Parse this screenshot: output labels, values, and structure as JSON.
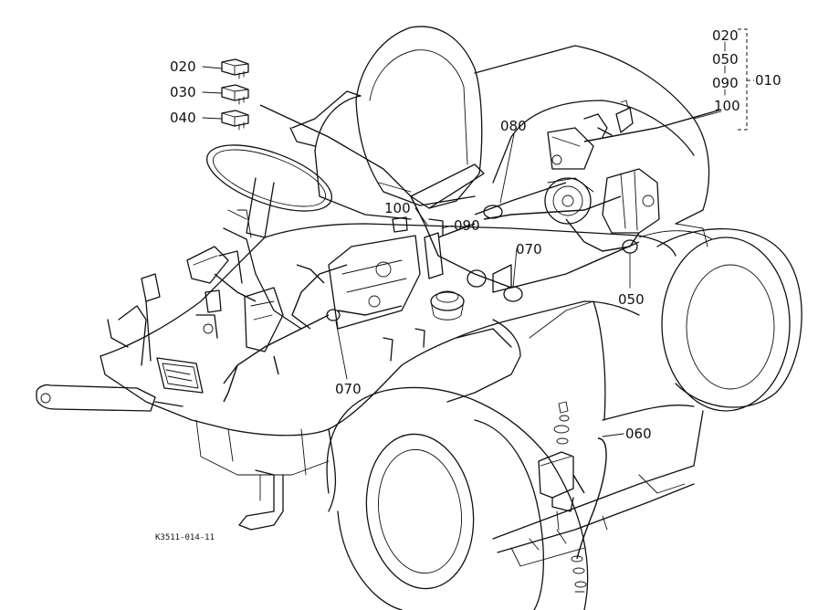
{
  "labels": {
    "p020": "020",
    "p030": "030",
    "p040": "040",
    "p080": "080",
    "p100a": "100",
    "p090a": "090",
    "p070a": "070",
    "p050a": "050",
    "p070b": "070",
    "p060": "060",
    "group_020": "020",
    "group_050": "050",
    "group_090": "090",
    "group_100": "100",
    "group_010": "010"
  },
  "figure_code": "K3511-014-11"
}
